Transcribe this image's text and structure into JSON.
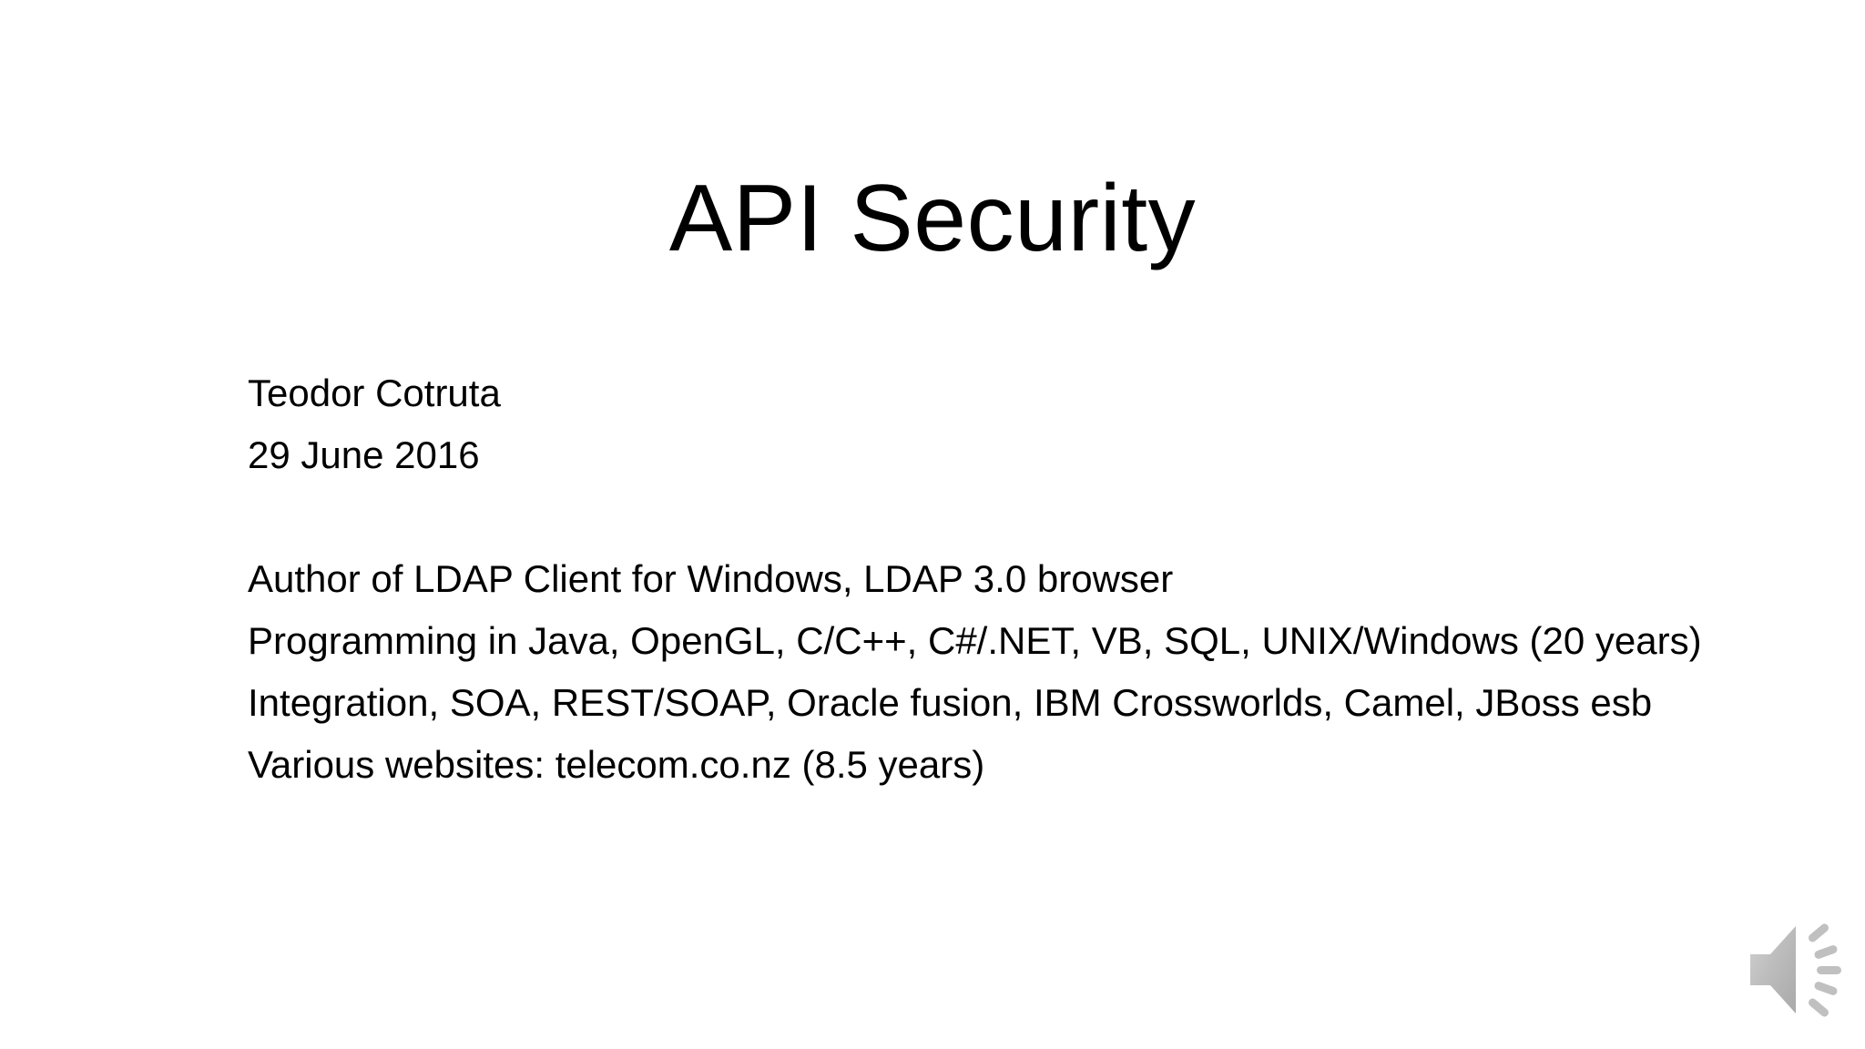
{
  "slide": {
    "background_color": "#ffffff",
    "text_color": "#000000",
    "title": "API Security",
    "body_lines": [
      "Teodor Cotruta",
      "29 June 2016",
      "",
      "Author of LDAP Client for Windows, LDAP 3.0 browser",
      "Programming in Java, OpenGL, C/C++, C#/.NET, VB, SQL, UNIX/Windows (20 years)",
      "Integration, SOA, REST/SOAP, Oracle fusion, IBM Crossworlds, Camel, JBoss esb",
      "Various websites: telecom.co.nz (8.5 years)"
    ],
    "author": "Teodor Cotruta",
    "date": "29 June 2016",
    "credentials": [
      "Author of LDAP Client for Windows, LDAP 3.0 browser",
      "Programming in Java, OpenGL, C/C++, C#/.NET, VB, SQL, UNIX/Windows (20 years)",
      "Integration, SOA, REST/SOAP, Oracle fusion, IBM Crossworlds, Camel, JBoss esb",
      "Various websites: telecom.co.nz (8.5 years)"
    ]
  },
  "media": {
    "audio_icon": "speaker-icon",
    "audio_icon_color": "#b6b6b6"
  }
}
